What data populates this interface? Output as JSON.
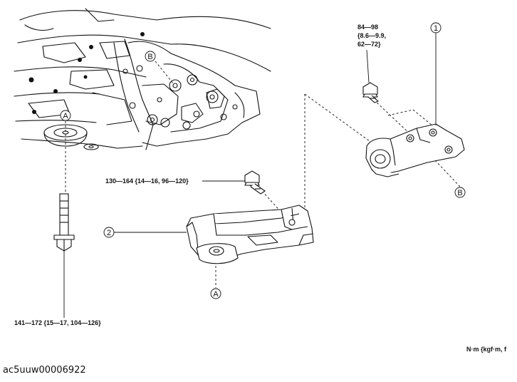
{
  "diagram": {
    "callouts": {
      "part1": "1",
      "part2": "2",
      "point_a_upper": "A",
      "point_a_lower": "A",
      "point_b_upper": "B",
      "point_b_lower": "B"
    },
    "torque_labels": {
      "upper_bolt_line1": "84—98",
      "upper_bolt_line2": "{8.6—9.9,",
      "upper_bolt_line3": "62—72}",
      "mid_bolt": "130—164 {14—16, 96—120}",
      "long_bolt": "141—172 {15—17, 104—126}"
    },
    "unit_note": "N·m {kgf·m, f"
  },
  "document_id": "ac5uuw00006922"
}
